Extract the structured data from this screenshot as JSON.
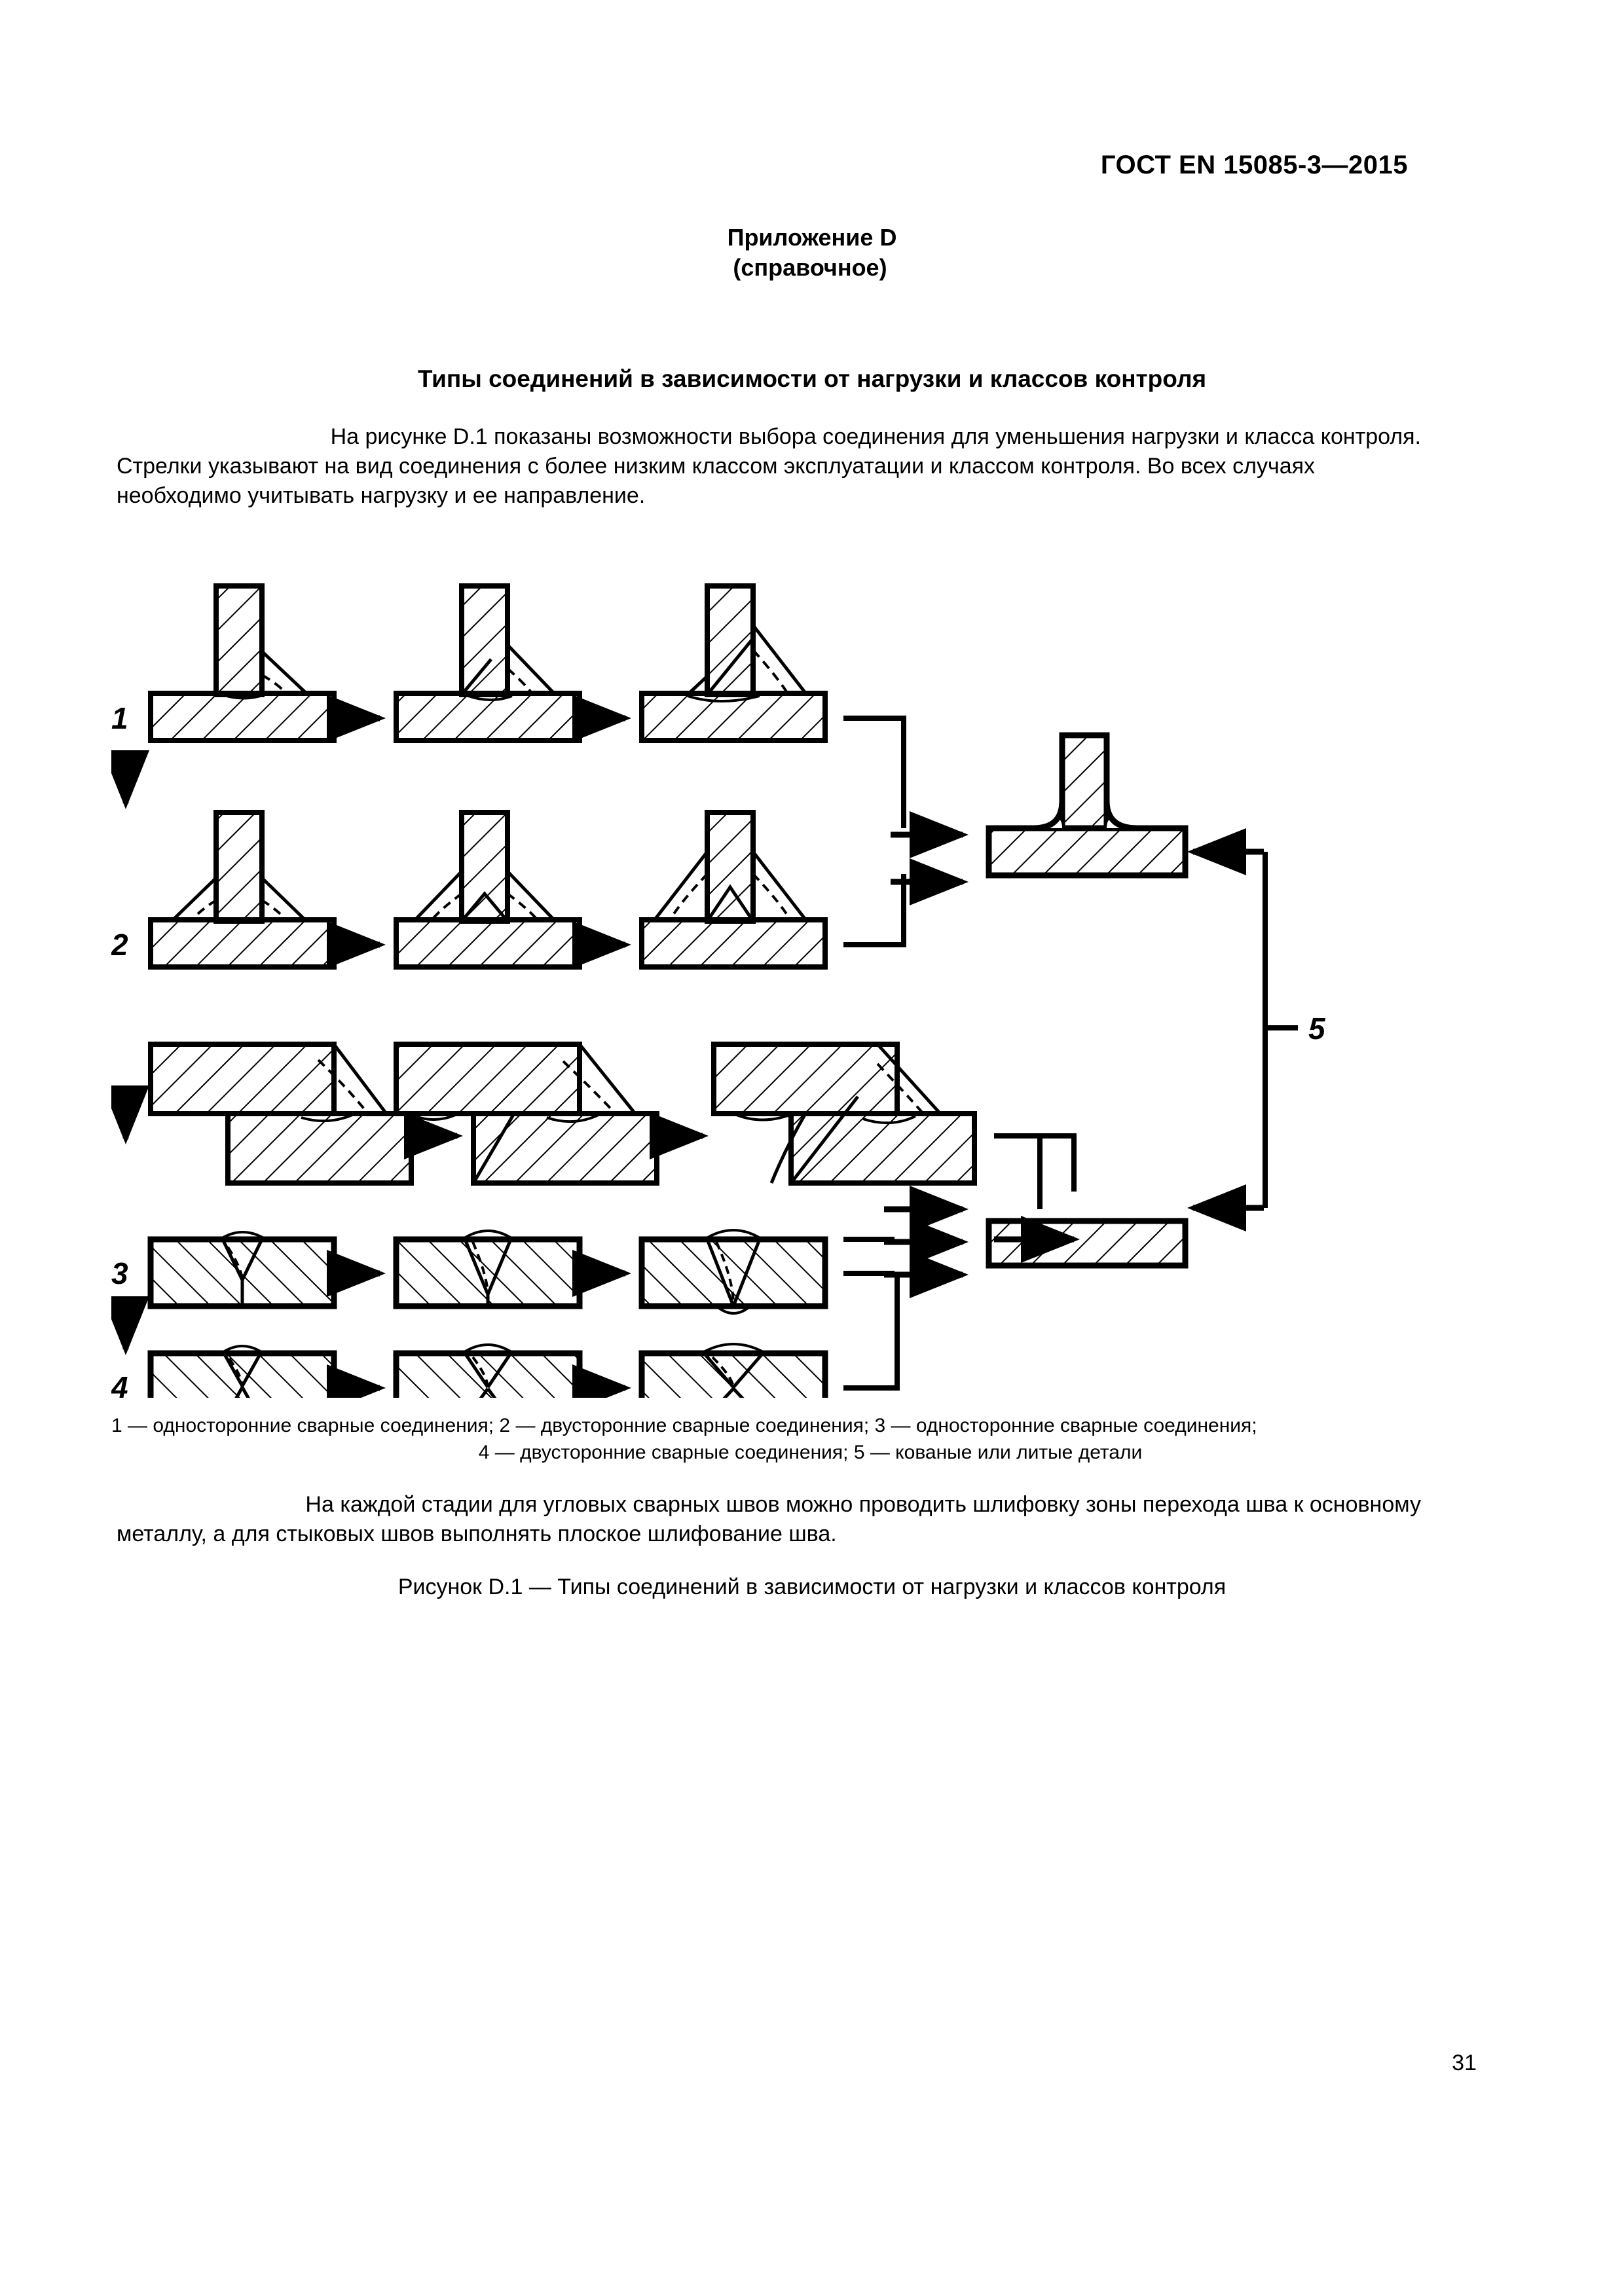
{
  "header": {
    "standard_id": "ГОСТ EN 15085-3—2015"
  },
  "annex": {
    "title": "Приложение D",
    "subtitle": "(справочное)"
  },
  "section": {
    "title": "Типы соединений в зависимости от нагрузки и классов контроля"
  },
  "intro": {
    "line1": "На рисунке D.1 показаны возможности выбора соединения для уменьшения нагрузки и класса контроля.",
    "line2": "Стрелки указывают на вид соединения с более низким классом эксплуатации и классом контроля. Во всех случаях",
    "line3": "необходимо учитывать нагрузку и ее направление."
  },
  "figure": {
    "row_labels": [
      "1",
      "2",
      "3",
      "4"
    ],
    "group_label": "5",
    "legend_line1": "1 — односторонние сварные соединения; 2 — двусторонние сварные соединения;  3 — односторонние сварные соединения;",
    "legend_line2": "4 — двусторонние сварные соединения; 5 — кованые или литые детали",
    "caption": "Рисунок D.1 — Типы соединений в зависимости от нагрузки и классов контроля",
    "diagram_description": {
      "type": "process-flow",
      "rows": [
        {
          "label": "1",
          "joint_family": "T-joint, single-sided fillet weld",
          "stages": [
            "single fillet weld",
            "single fillet weld with partial penetration",
            "single bevel full penetration weld"
          ]
        },
        {
          "label": "2",
          "joint_family": "T-joint, double-sided fillet weld",
          "stages": [
            "double fillet weld",
            "double fillet weld with penetration",
            "double bevel full penetration weld"
          ]
        },
        {
          "label": "lap",
          "joint_family": "Lap joint, single-sided",
          "stages": [
            "lap fillet weld",
            "lap fillet weld with penetration",
            "lap full penetration weld"
          ]
        },
        {
          "label": "3",
          "joint_family": "Butt joint, single-sided V-groove",
          "stages": [
            "partial penetration V weld",
            "deeper V weld",
            "full penetration V weld"
          ]
        },
        {
          "label": "4",
          "joint_family": "Butt joint, double-sided X-groove",
          "stages": [
            "partial double weld",
            "deeper double weld",
            "full penetration X weld"
          ]
        }
      ],
      "targets": [
        {
          "name": "forged-or-cast-T-part",
          "fed_by_rows": [
            "1",
            "2"
          ]
        },
        {
          "name": "forged-or-cast-flat-part",
          "fed_by_rows": [
            "lap",
            "3",
            "4"
          ]
        }
      ]
    }
  },
  "after_paragraph": {
    "line1": "На каждой стадии для угловых сварных швов можно проводить шлифовку зоны перехода шва к основному",
    "line2": "металлу, а для стыковых швов выполнять плоское шлифование шва."
  },
  "footer": {
    "page_number": "31"
  },
  "colors": {
    "ink": "#000000",
    "paper": "#ffffff"
  }
}
